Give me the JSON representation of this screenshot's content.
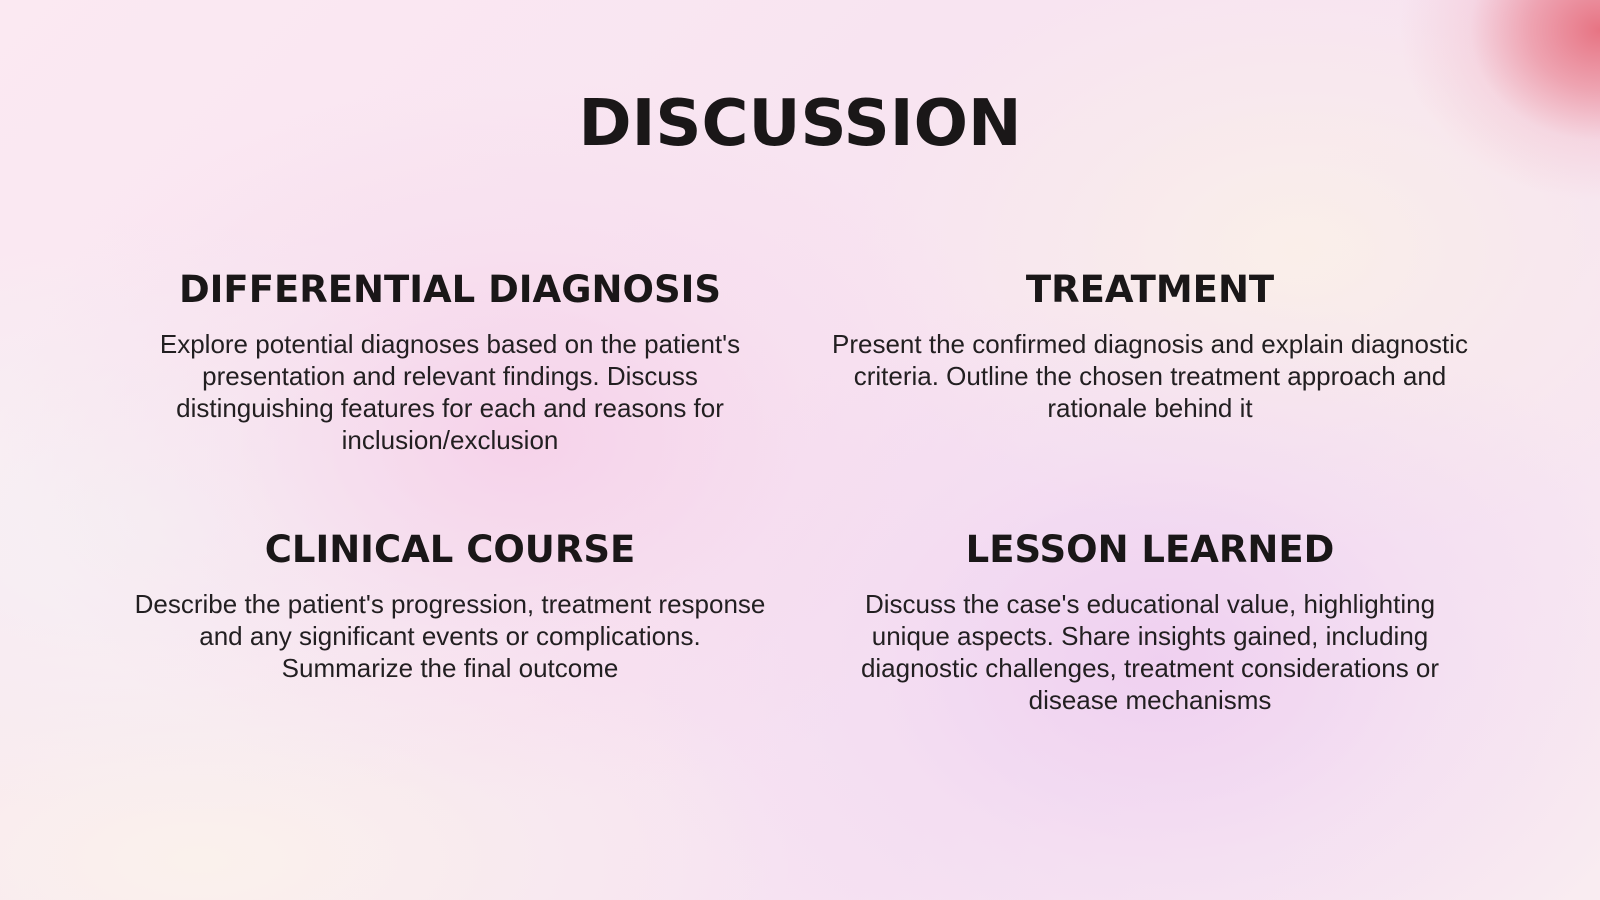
{
  "slide": {
    "title": "DISCUSSION",
    "accent_colors": {
      "corner_blob": "#e7737e",
      "background_pink": "#f8e4f1",
      "background_lavender": "#f1dcf2",
      "text": "#1a1718"
    },
    "sections": [
      {
        "id": "differential-diagnosis",
        "heading": "DIFFERENTIAL DIAGNOSIS",
        "body": "Explore potential diagnoses based on the patient's presentation and relevant findings. Discuss distinguishing features for each and reasons for inclusion/exclusion"
      },
      {
        "id": "treatment",
        "heading": "TREATMENT",
        "body": "Present the confirmed diagnosis and explain diagnostic criteria. Outline the chosen treatment approach and rationale behind it"
      },
      {
        "id": "clinical-course",
        "heading": "CLINICAL COURSE",
        "body": "Describe the patient's progression, treatment response and any significant events or complications. Summarize the final outcome"
      },
      {
        "id": "lesson-learned",
        "heading": "LESSON LEARNED",
        "body": "Discuss the case's educational value, highlighting unique aspects. Share insights gained, including diagnostic challenges, treatment considerations or disease mechanisms"
      }
    ]
  }
}
